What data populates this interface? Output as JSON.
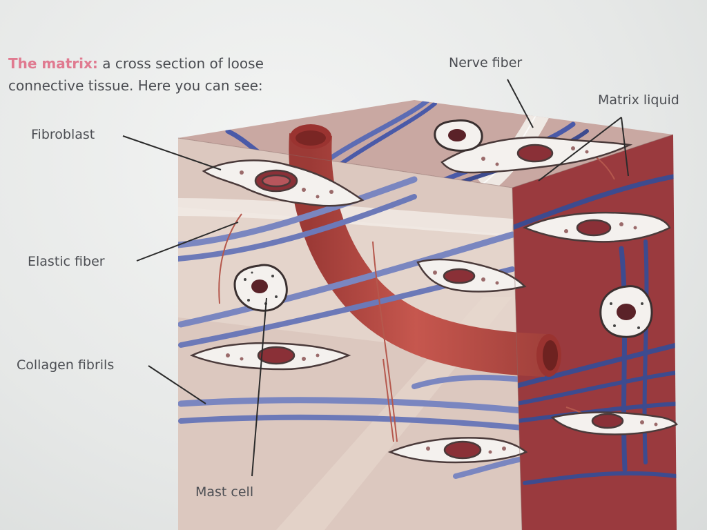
{
  "caption": {
    "highlight": "The matrix:",
    "text": " a cross section of loose connective tissue. Here you can see:"
  },
  "labels": {
    "fibroblast": "Fibroblast",
    "elastic_fiber": "Elastic fiber",
    "collagen_fibrils": "Collagen fibrils",
    "mast_cell": "Mast cell",
    "nerve_fiber": "Nerve fiber",
    "matrix_liquid": "Matrix liquid"
  },
  "colors": {
    "front_face": "#ddc9c0",
    "top_face": "#c9a8a2",
    "right_face": "#9a3a3e",
    "blood_vessel": "#b84a44",
    "collagen": "#7a86c0",
    "collagen_dark": "#3d4b8f",
    "elastic": "#b5584d",
    "cell_fill": "#f4f1ee",
    "nucleus": "#8a3037",
    "highlight_text": "#e07a90"
  }
}
